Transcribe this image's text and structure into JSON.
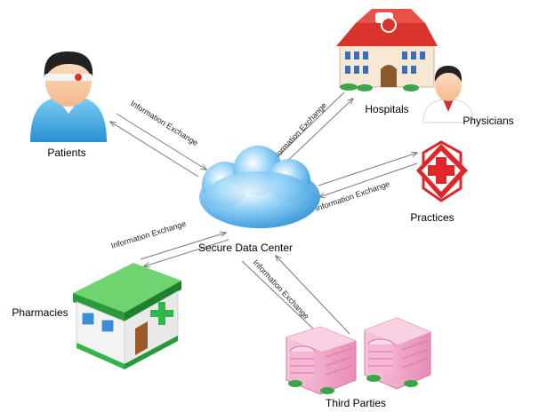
{
  "center": {
    "label": "Secure Data Center"
  },
  "nodes": {
    "patients": "Patients",
    "hospitals": "Hospitals",
    "physicians": "Physicians",
    "practices": "Practices",
    "pharmacies": "Pharmacies",
    "third_parties": "Third Parties"
  },
  "edges": {
    "patients": "Information Exchange",
    "hospitals": "Information Exchange",
    "practices": "Information Exchange",
    "pharmacies": "Information Exchange",
    "third_parties": "Information Exchange"
  },
  "colors": {
    "cloud": "#3aa6e6",
    "hospital_roof": "#d9342b",
    "pharmacy_green": "#2fb84a",
    "practices_red": "#e0262b",
    "third_party_pink": "#f2a3c6",
    "arrow": "#7a7a7a"
  }
}
